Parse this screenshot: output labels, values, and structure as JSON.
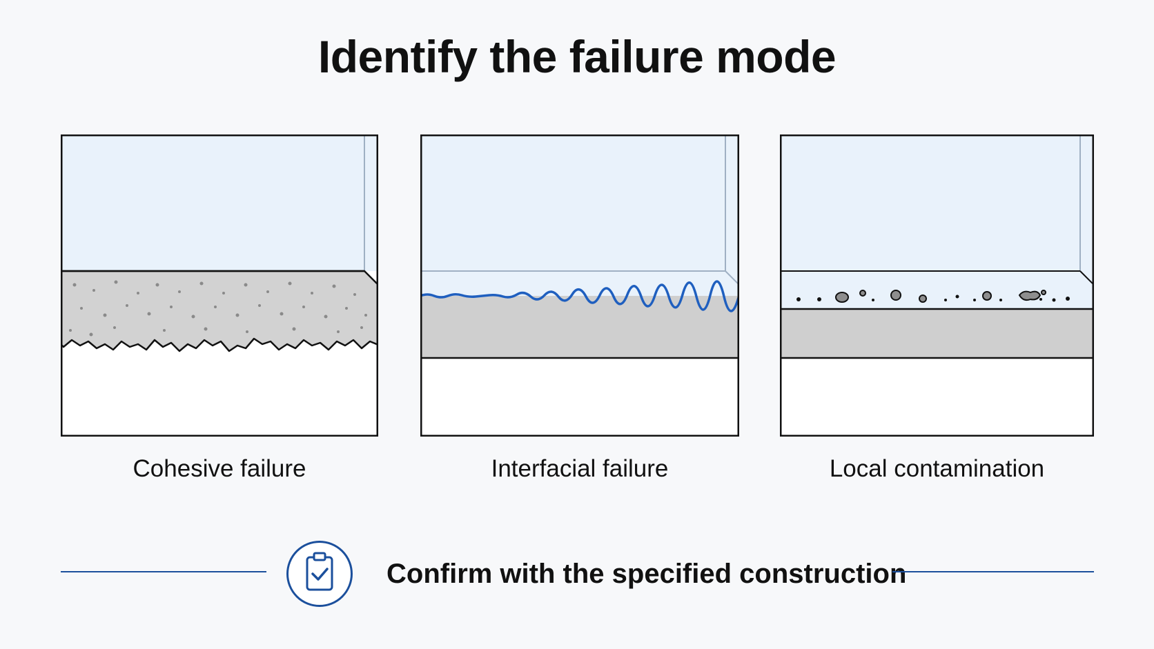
{
  "title": "Identify the failure mode",
  "panels": [
    {
      "caption": "Cohesive failure",
      "icon": "cohesive-failure-illustration"
    },
    {
      "caption": "Interfacial failure",
      "icon": "interfacial-failure-illustration"
    },
    {
      "caption": "Local contamination",
      "icon": "local-contamination-illustration"
    }
  ],
  "footer": {
    "text": "Confirm with the specified construction",
    "icon": "clipboard-check-icon"
  },
  "colors": {
    "glass": "#e9f2fb",
    "sealant": "#cfcfcf",
    "outline": "#111111",
    "accent": "#1b4f9c",
    "interface_line": "#1f5fbf"
  }
}
